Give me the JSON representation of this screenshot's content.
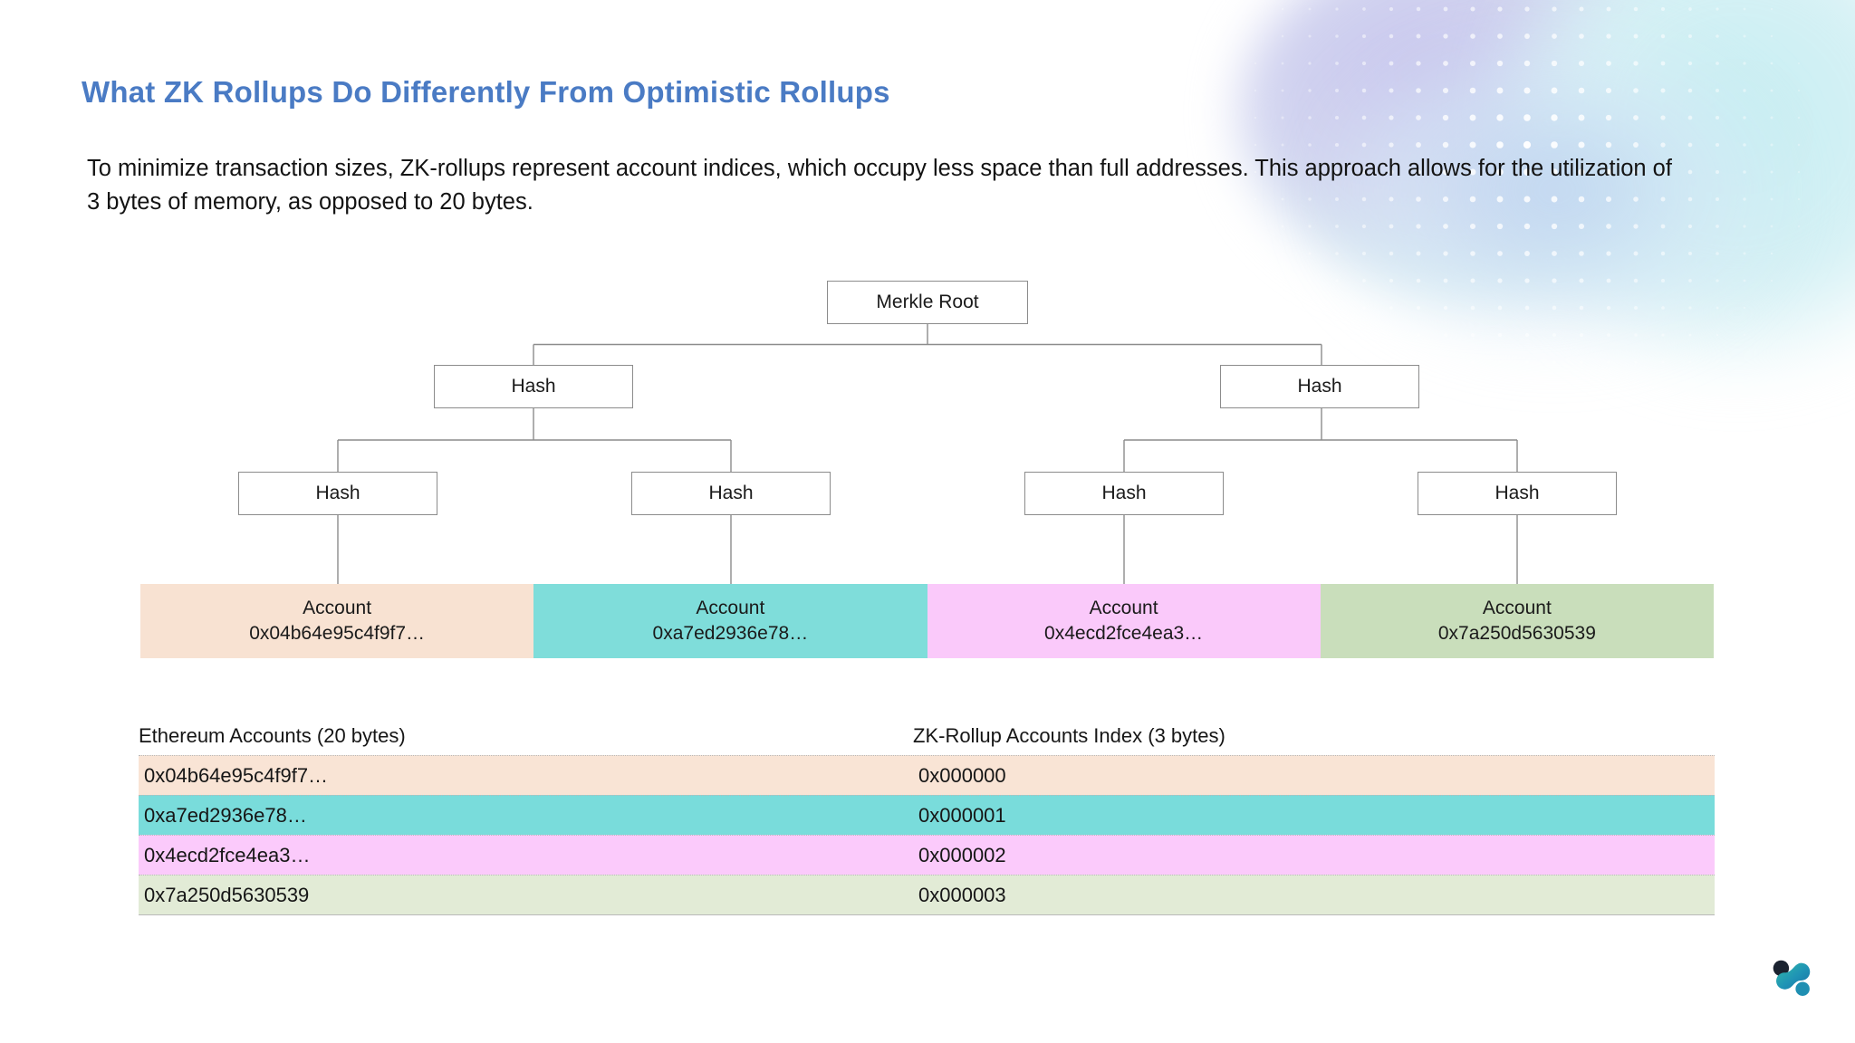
{
  "page": {
    "title": "What ZK Rollups Do Differently From Optimistic Rollups",
    "paragraph": "To minimize transaction sizes, ZK-rollups represent account indices, which occupy less space than full addresses. This approach allows for the utilization of 3 bytes of memory, as opposed to 20 bytes."
  },
  "colors": {
    "title": "#4a7bc4",
    "body_text": "#131313",
    "node_border": "#8c8c8c",
    "peach": "#f8e2d2",
    "teal": "#7fddda",
    "pink": "#fac9fa",
    "green": "#c9debb",
    "peach_row": "#f9e4d5",
    "teal_row": "#79dcdb",
    "pink_row": "#fbcafb",
    "green_row": "#e2ebd6",
    "logo_dark": "#1b2330",
    "logo_teal": "#2fb6a8",
    "logo_blue": "#1e7fa8"
  },
  "merkle": {
    "root": {
      "label": "Merkle Root"
    },
    "level2": [
      {
        "label": "Hash"
      },
      {
        "label": "Hash"
      }
    ],
    "level3": [
      {
        "label": "Hash"
      },
      {
        "label": "Hash"
      },
      {
        "label": "Hash"
      },
      {
        "label": "Hash"
      }
    ],
    "leaves": [
      {
        "line1": "Account",
        "line2": "0x04b64e95c4f9f7…",
        "color": "#f8e2d2"
      },
      {
        "line1": "Account",
        "line2": "0xa7ed2936e78…",
        "color": "#7fddda"
      },
      {
        "line1": "Account",
        "line2": "0x4ecd2fce4ea3…",
        "color": "#fac9fa"
      },
      {
        "line1": "Account",
        "line2": "0x7a250d5630539",
        "color": "#c9debb"
      }
    ]
  },
  "table": {
    "headers": [
      "Ethereum Accounts (20 bytes)",
      "ZK-Rollup Accounts Index (3 bytes)"
    ],
    "rows": [
      {
        "account": "0x04b64e95c4f9f7…",
        "index": "0x000000",
        "color": "#f9e4d5"
      },
      {
        "account": "0xa7ed2936e78…",
        "index": "0x000001",
        "color": "#79dcdb"
      },
      {
        "account": "0x4ecd2fce4ea3…",
        "index": "0x000002",
        "color": "#fbcafb"
      },
      {
        "account": "0x7a250d5630539",
        "index": "0x000003",
        "color": "#e2ebd6"
      }
    ]
  },
  "logo": {
    "name": "brand-logo"
  }
}
